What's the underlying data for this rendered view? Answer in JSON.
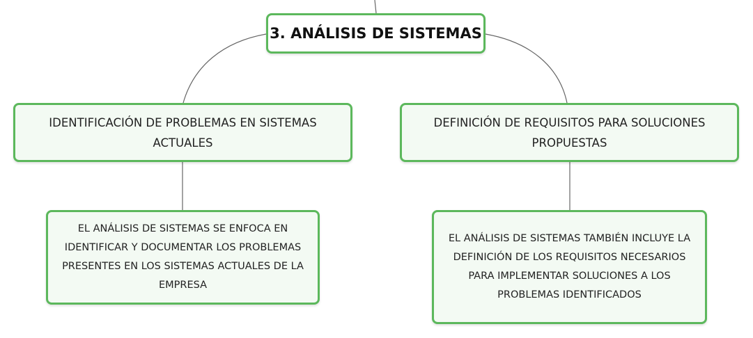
{
  "root": {
    "label": "3. ANÁLISIS DE SISTEMAS"
  },
  "branches": [
    {
      "label": "IDENTIFICACIÓN DE PROBLEMAS EN SISTEMAS ACTUALES",
      "detail": "EL ANÁLISIS DE SISTEMAS SE ENFOCA EN IDENTIFICAR Y DOCUMENTAR LOS PROBLEMAS PRESENTES EN LOS SISTEMAS ACTUALES DE LA EMPRESA"
    },
    {
      "label": "DEFINICIÓN DE REQUISITOS PARA SOLUCIONES PROPUESTAS",
      "detail": "EL ANÁLISIS DE SISTEMAS TAMBIÉN INCLUYE LA DEFINICIÓN DE LOS REQUISITOS NECESARIOS PARA IMPLEMENTAR SOLUCIONES A LOS PROBLEMAS IDENTIFICADOS"
    }
  ],
  "colors": {
    "node_border": "#5cb85c",
    "node_fill": "#f3faf3",
    "connector": "#666666",
    "text": "#222222"
  }
}
